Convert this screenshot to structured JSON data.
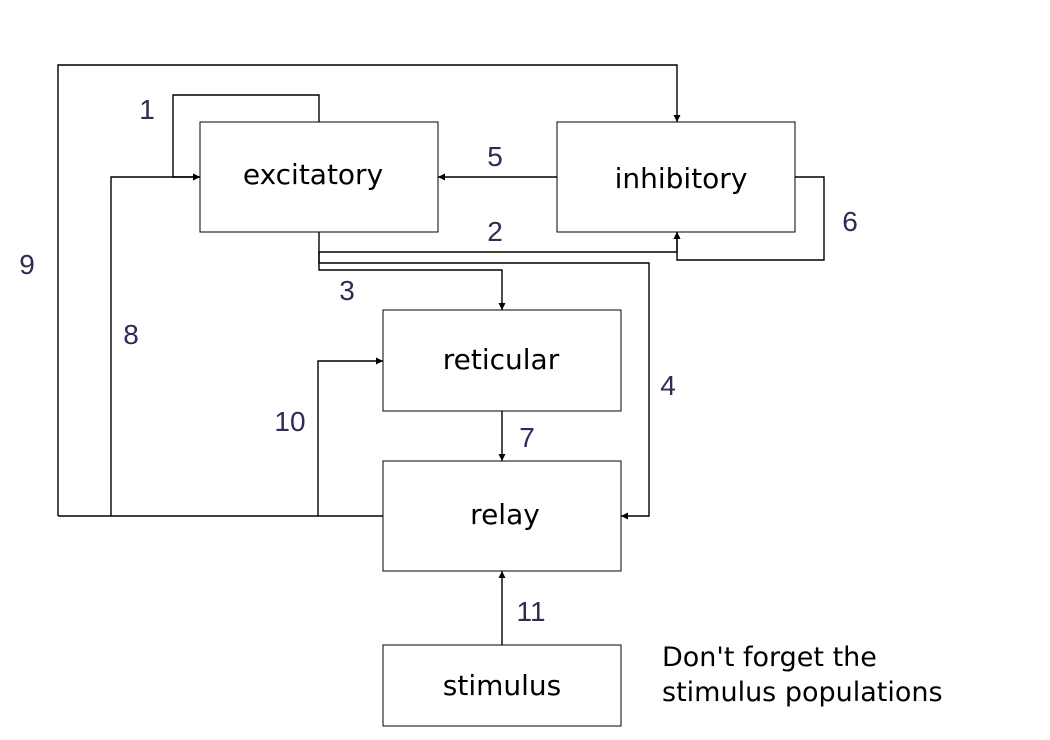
{
  "nodes": {
    "excitatory": "excitatory",
    "inhibitory": "inhibitory",
    "reticular": "reticular",
    "relay": "relay",
    "stimulus": "stimulus"
  },
  "connections": [
    {
      "id": "1",
      "from": "excitatory",
      "to": "excitatory"
    },
    {
      "id": "2",
      "from": "excitatory",
      "to": "inhibitory"
    },
    {
      "id": "3",
      "from": "excitatory",
      "to": "reticular"
    },
    {
      "id": "4",
      "from": "excitatory",
      "to": "relay"
    },
    {
      "id": "5",
      "from": "inhibitory",
      "to": "excitatory"
    },
    {
      "id": "6",
      "from": "inhibitory",
      "to": "inhibitory"
    },
    {
      "id": "7",
      "from": "reticular",
      "to": "relay"
    },
    {
      "id": "8",
      "from": "relay",
      "to": "excitatory"
    },
    {
      "id": "9",
      "from": "relay",
      "to": "inhibitory"
    },
    {
      "id": "10",
      "from": "relay",
      "to": "reticular"
    },
    {
      "id": "11",
      "from": "stimulus",
      "to": "relay"
    }
  ],
  "note": {
    "line1": "Don't forget the",
    "line2": "stimulus populations"
  },
  "colors": {
    "line": "#000000",
    "number": "#2c2c54",
    "background": "#ffffff"
  }
}
